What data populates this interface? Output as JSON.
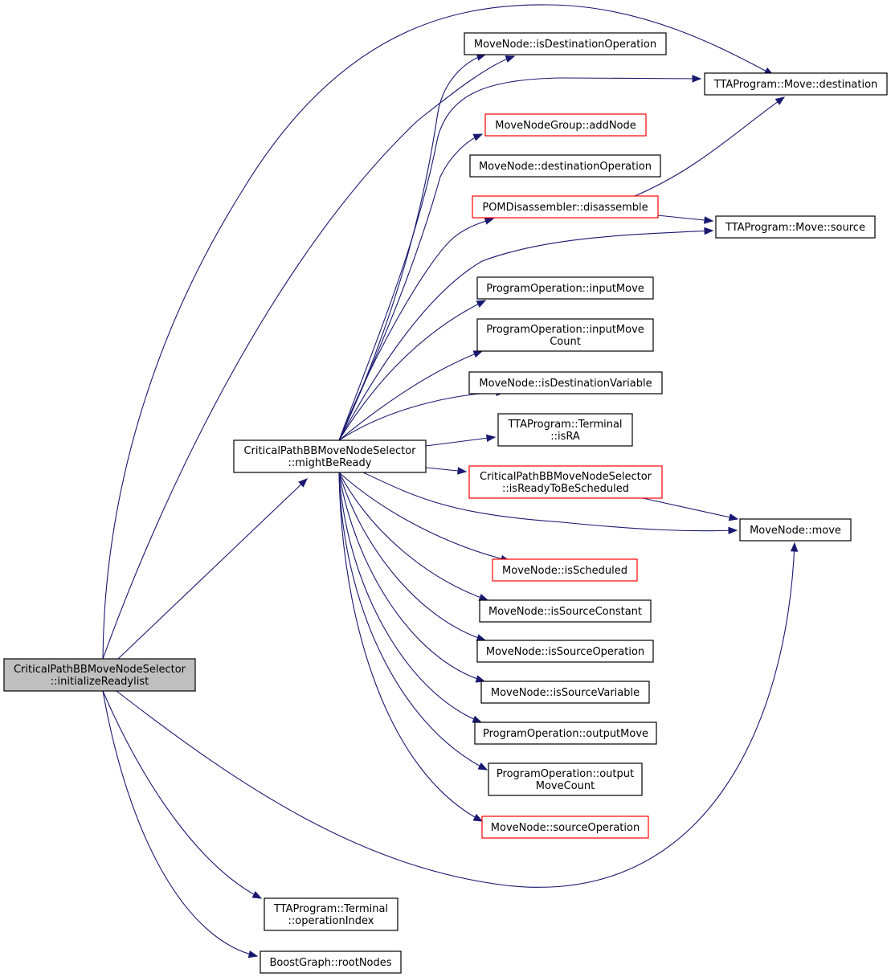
{
  "graph": {
    "root": {
      "id": "root",
      "lines": [
        "CriticalPathBBMoveNodeSelector",
        "::initializeReadylist"
      ]
    },
    "nodes": [
      {
        "id": "mightBeReady",
        "lines": [
          "CriticalPathBBMoveNodeSelector",
          "::mightBeReady"
        ],
        "style": "normal"
      },
      {
        "id": "isDestinationOperation",
        "lines": [
          "MoveNode::isDestinationOperation"
        ],
        "style": "normal"
      },
      {
        "id": "moveDestination",
        "lines": [
          "TTAProgram::Move::destination"
        ],
        "style": "normal"
      },
      {
        "id": "addNode",
        "lines": [
          "MoveNodeGroup::addNode"
        ],
        "style": "red"
      },
      {
        "id": "destinationOperation",
        "lines": [
          "MoveNode::destinationOperation"
        ],
        "style": "normal"
      },
      {
        "id": "disassemble",
        "lines": [
          "POMDisassembler::disassemble"
        ],
        "style": "red"
      },
      {
        "id": "moveSource",
        "lines": [
          "TTAProgram::Move::source"
        ],
        "style": "normal"
      },
      {
        "id": "inputMove",
        "lines": [
          "ProgramOperation::inputMove"
        ],
        "style": "normal"
      },
      {
        "id": "inputMoveCount",
        "lines": [
          "ProgramOperation::inputMove",
          "Count"
        ],
        "style": "normal"
      },
      {
        "id": "isDestinationVariable",
        "lines": [
          "MoveNode::isDestinationVariable"
        ],
        "style": "normal"
      },
      {
        "id": "isRA",
        "lines": [
          "TTAProgram::Terminal",
          "::isRA"
        ],
        "style": "normal"
      },
      {
        "id": "isReadyToBeScheduled",
        "lines": [
          "CriticalPathBBMoveNodeSelector",
          "::isReadyToBeScheduled"
        ],
        "style": "red"
      },
      {
        "id": "move",
        "lines": [
          "MoveNode::move"
        ],
        "style": "normal"
      },
      {
        "id": "isScheduled",
        "lines": [
          "MoveNode::isScheduled"
        ],
        "style": "red"
      },
      {
        "id": "isSourceConstant",
        "lines": [
          "MoveNode::isSourceConstant"
        ],
        "style": "normal"
      },
      {
        "id": "isSourceOperation",
        "lines": [
          "MoveNode::isSourceOperation"
        ],
        "style": "normal"
      },
      {
        "id": "isSourceVariable",
        "lines": [
          "MoveNode::isSourceVariable"
        ],
        "style": "normal"
      },
      {
        "id": "outputMove",
        "lines": [
          "ProgramOperation::outputMove"
        ],
        "style": "normal"
      },
      {
        "id": "outputMoveCount",
        "lines": [
          "ProgramOperation::output",
          "MoveCount"
        ],
        "style": "normal"
      },
      {
        "id": "sourceOperation",
        "lines": [
          "MoveNode::sourceOperation"
        ],
        "style": "red"
      },
      {
        "id": "operationIndex",
        "lines": [
          "TTAProgram::Terminal",
          "::operationIndex"
        ],
        "style": "normal"
      },
      {
        "id": "rootNodes",
        "lines": [
          "BoostGraph::rootNodes"
        ],
        "style": "normal"
      }
    ],
    "edges": [
      {
        "from": "root",
        "to": "mightBeReady"
      },
      {
        "from": "root",
        "to": "isDestinationOperation"
      },
      {
        "from": "root",
        "to": "moveDestination"
      },
      {
        "from": "root",
        "to": "move"
      },
      {
        "from": "root",
        "to": "operationIndex"
      },
      {
        "from": "root",
        "to": "rootNodes"
      },
      {
        "from": "mightBeReady",
        "to": "isDestinationOperation"
      },
      {
        "from": "mightBeReady",
        "to": "moveDestination"
      },
      {
        "from": "mightBeReady",
        "to": "addNode"
      },
      {
        "from": "mightBeReady",
        "to": "destinationOperation"
      },
      {
        "from": "mightBeReady",
        "to": "disassemble"
      },
      {
        "from": "mightBeReady",
        "to": "moveSource"
      },
      {
        "from": "mightBeReady",
        "to": "inputMove"
      },
      {
        "from": "mightBeReady",
        "to": "inputMoveCount"
      },
      {
        "from": "mightBeReady",
        "to": "isDestinationVariable"
      },
      {
        "from": "mightBeReady",
        "to": "isRA"
      },
      {
        "from": "mightBeReady",
        "to": "isReadyToBeScheduled"
      },
      {
        "from": "mightBeReady",
        "to": "move"
      },
      {
        "from": "mightBeReady",
        "to": "isScheduled"
      },
      {
        "from": "mightBeReady",
        "to": "isSourceConstant"
      },
      {
        "from": "mightBeReady",
        "to": "isSourceOperation"
      },
      {
        "from": "mightBeReady",
        "to": "isSourceVariable"
      },
      {
        "from": "mightBeReady",
        "to": "outputMove"
      },
      {
        "from": "mightBeReady",
        "to": "outputMoveCount"
      },
      {
        "from": "mightBeReady",
        "to": "sourceOperation"
      },
      {
        "from": "disassemble",
        "to": "moveDestination"
      },
      {
        "from": "disassemble",
        "to": "moveSource"
      },
      {
        "from": "isReadyToBeScheduled",
        "to": "move"
      }
    ],
    "colors": {
      "edge": "#191970",
      "red_border": "#ff0000",
      "root_fill": "#bfbfbf"
    }
  }
}
